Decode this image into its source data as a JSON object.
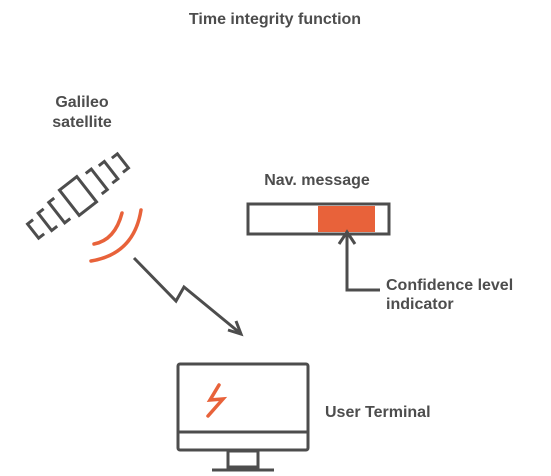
{
  "title": "Time integrity function",
  "satellite": {
    "label_line1": "Galileo",
    "label_line2": "satellite"
  },
  "nav_message": {
    "label": "Nav. message"
  },
  "confidence": {
    "label_line1": "Confidence level",
    "label_line2": "indicator"
  },
  "user_terminal": {
    "label": "User Terminal"
  },
  "colors": {
    "accent": "#e8623a",
    "line": "#4d4d4d",
    "background": "#ffffff"
  },
  "icons": {
    "satellite": "satellite-icon",
    "signal": "signal-waves-icon",
    "transmission": "lightning-arrow-icon",
    "terminal": "monitor-icon",
    "alert": "lightning-bolt-icon"
  }
}
